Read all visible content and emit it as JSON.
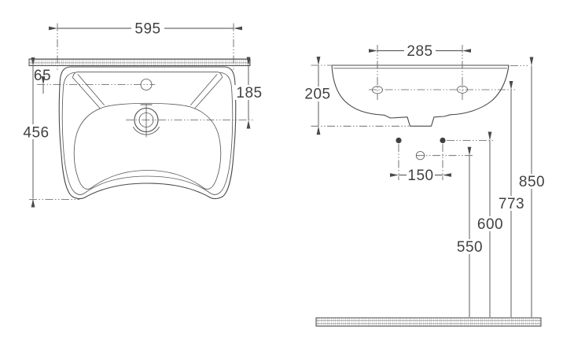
{
  "palette": {
    "line": "#4a4a4a",
    "centerline": "#5c5c5c",
    "text": "#414141",
    "background": "#ffffff",
    "hatch": "#8f8f8f"
  },
  "plan_view": {
    "dim_width": "595",
    "dim_tap_setback": "65",
    "dim_depth": "456",
    "dim_drain_setback": "185"
  },
  "front_view": {
    "dim_hole_spacing": "285",
    "dim_basin_height": "205",
    "dim_fixing_spacing": "150",
    "dim_outlet_height": "550",
    "dim_fixing_height": "600",
    "dim_hole_height": "773",
    "dim_rim_height": "850"
  }
}
